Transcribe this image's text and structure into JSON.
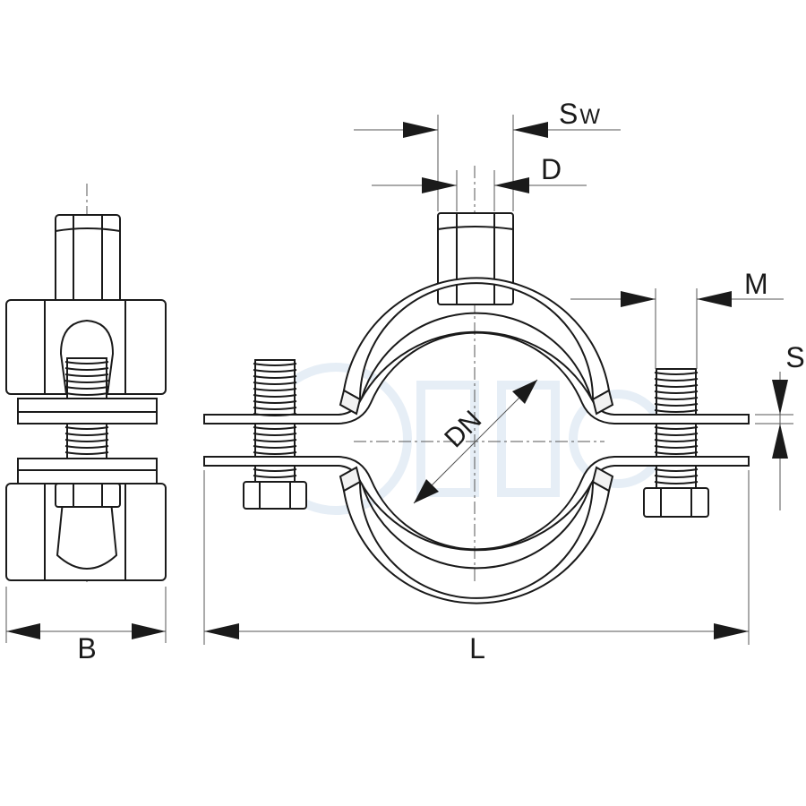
{
  "labels": {
    "sw_main": "S",
    "sw_sub": "W",
    "d": "D",
    "m": "M",
    "s": "S",
    "dn": "DN",
    "b": "B",
    "l": "L"
  },
  "colors": {
    "ink": "#1a1a1a",
    "dim_line": "#555555",
    "watermark": "#e6eef6"
  }
}
